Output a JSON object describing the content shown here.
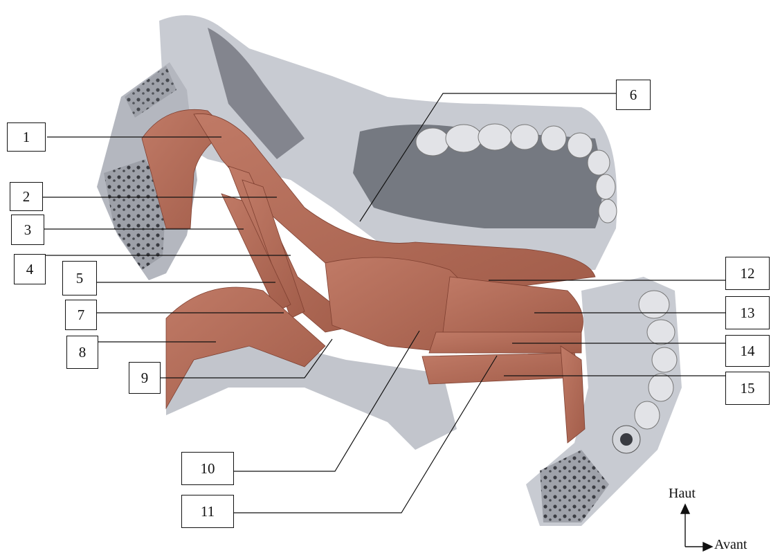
{
  "labels": [
    "1",
    "2",
    "3",
    "4",
    "5",
    "6",
    "7",
    "8",
    "9",
    "10",
    "11",
    "12",
    "13",
    "14",
    "15"
  ],
  "orientation": {
    "up": "Haut",
    "forward": "Avant"
  },
  "colors": {
    "bone": "#c4c7ce",
    "bone_dark": "#8a8d96",
    "muscle": "#b87260",
    "muscle_dark": "#8f4c3c",
    "tooth": "#e2e3e7",
    "line": "#111111"
  }
}
